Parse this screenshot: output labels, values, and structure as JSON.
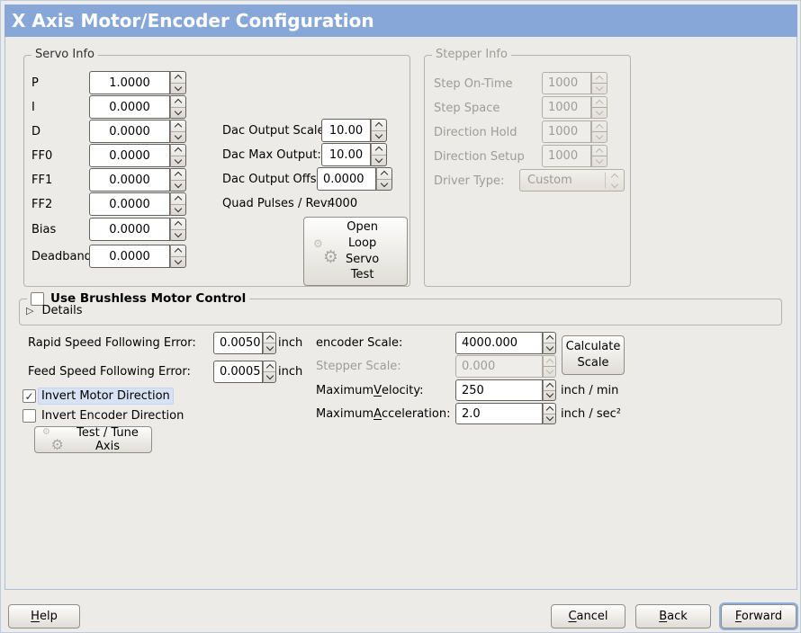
{
  "colors": {
    "titlebar_bg": "#86A7D7",
    "title_text": "#FFFFFF",
    "focus_ring": "#8FAFD9",
    "selection_highlight": "#D7E2F4",
    "panel_bg": "#EDEBE7"
  },
  "window": {
    "title": "X Axis Motor/Encoder Configuration"
  },
  "servo": {
    "title": "Servo Info",
    "fields": [
      {
        "label": "P",
        "value": "1.0000"
      },
      {
        "label": "I",
        "value": "0.0000"
      },
      {
        "label": "D",
        "value": "0.0000"
      },
      {
        "label": "FF0",
        "value": "0.0000"
      },
      {
        "label": "FF1",
        "value": "0.0000"
      },
      {
        "label": "FF2",
        "value": "0.0000"
      },
      {
        "label": "Bias",
        "value": "0.0000"
      },
      {
        "label": "Deadband",
        "value": "0.0000"
      }
    ],
    "dac_fields": [
      {
        "label": "Dac Output Scale:",
        "value": "10.00"
      },
      {
        "label": "Dac Max Output:",
        "value": "10.00"
      },
      {
        "label": "Dac Output Offset:",
        "value": "0.0000"
      }
    ],
    "quad": {
      "label": "Quad Pulses / Rev:",
      "value": "4000"
    },
    "open_loop_button": "Open\nLoop\nServo\nTest"
  },
  "stepper": {
    "title": "Stepper Info",
    "fields": [
      {
        "label": "Step On-Time",
        "value": "1000"
      },
      {
        "label": "Step Space",
        "value": "1000"
      },
      {
        "label": "Direction Hold",
        "value": "1000"
      },
      {
        "label": "Direction Setup",
        "value": "1000"
      }
    ],
    "driver": {
      "label": "Driver Type:",
      "value": "Custom"
    }
  },
  "brushless": {
    "label": "Use Brushless Motor Control",
    "details": "Details"
  },
  "following_error": {
    "rapid": {
      "label": "Rapid Speed Following Error:",
      "value": "0.0050",
      "unit": "inch"
    },
    "feed": {
      "label": "Feed Speed Following Error:",
      "value": "0.0005",
      "unit": "inch"
    }
  },
  "direction": {
    "invert_motor": {
      "label": "Invert Motor Direction"
    },
    "invert_encoder": {
      "label": "Invert Encoder Direction"
    },
    "test_tune_button": "Test / Tune Axis"
  },
  "scaling": {
    "encoder": {
      "label": "encoder Scale:",
      "value": "4000.000"
    },
    "stepper": {
      "label": "Stepper Scale:",
      "value": "0.000"
    },
    "calculate_button": "Calculate\nScale",
    "velocity": {
      "pre": "Maximum ",
      "mn": "V",
      "post": "elocity:",
      "value": "250",
      "unit": "inch / min"
    },
    "acceleration": {
      "pre": "Maximum ",
      "mn": "A",
      "post": "cceleration:",
      "value": "2.0",
      "unit": "inch / sec²"
    }
  },
  "actions": {
    "help": {
      "mn": "H",
      "post": "elp"
    },
    "cancel": {
      "mn": "C",
      "post": "ancel"
    },
    "back": {
      "mn": "B",
      "post": "ack"
    },
    "forward": {
      "mn": "F",
      "post": "orward"
    }
  }
}
